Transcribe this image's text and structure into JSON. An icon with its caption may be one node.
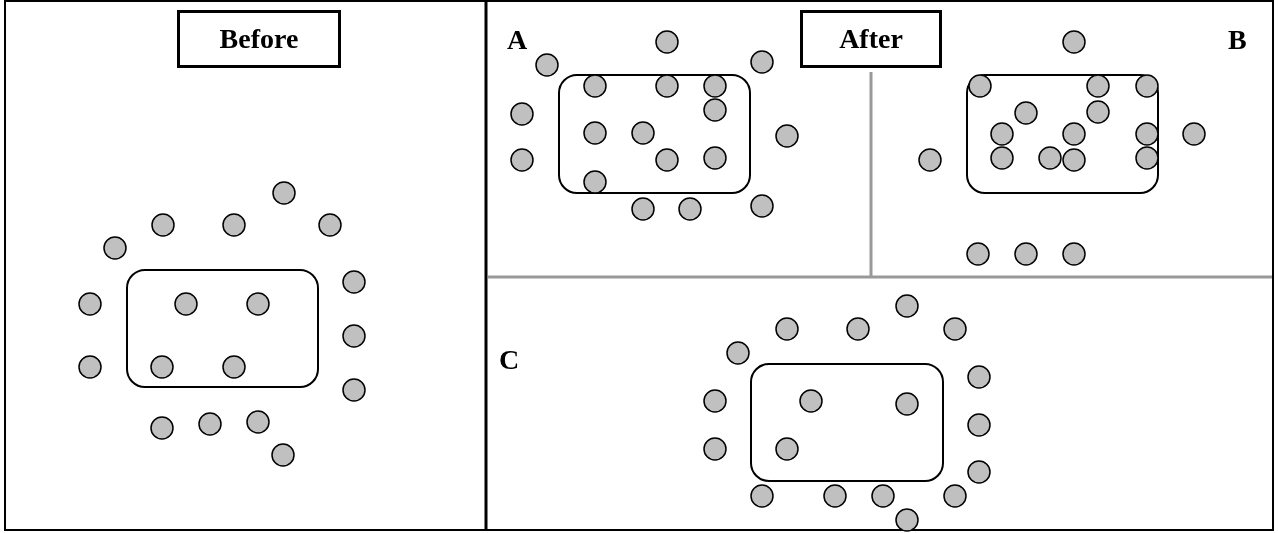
{
  "diagram": {
    "nodes": [
      {
        "text": [
          "Before"
        ]
      },
      {
        "text": [
          "After"
        ]
      }
    ],
    "labels": [
      "A",
      "B",
      "C"
    ]
  }
}
